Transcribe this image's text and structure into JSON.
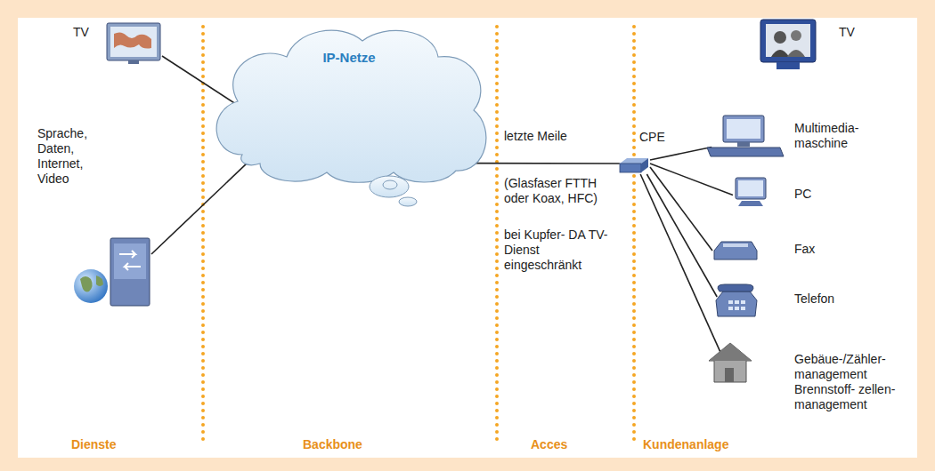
{
  "diagram": {
    "nodes": [
      {
        "text": [
          "TV"
        ]
      },
      {
        "text": [
          "Sprache, Daten, Internet, Video"
        ]
      },
      {
        "text": [
          "IP-Netze"
        ]
      },
      {
        "text": [
          "CPE"
        ]
      },
      {
        "text": [
          "TV"
        ]
      },
      {
        "text": [
          "Multimedia- maschine"
        ]
      },
      {
        "text": [
          "PC"
        ]
      },
      {
        "text": [
          "Fax"
        ]
      },
      {
        "text": [
          "Telefon"
        ]
      },
      {
        "text": [
          "Gebäue-/Zähler- management Brennstoff- zellen- management"
        ]
      }
    ],
    "edges": [
      {
        "from": 0,
        "to": 2,
        "arrow": "none"
      },
      {
        "from": 1,
        "to": 2,
        "arrow": "none"
      },
      {
        "from": 2,
        "to": 3,
        "arrow": "none"
      },
      {
        "from": 3,
        "to": 5,
        "arrow": "none"
      },
      {
        "from": 3,
        "to": 6,
        "arrow": "none"
      },
      {
        "from": 3,
        "to": 7,
        "arrow": "none"
      },
      {
        "from": 3,
        "to": 8,
        "arrow": "none"
      },
      {
        "from": 3,
        "to": 9,
        "arrow": "none"
      }
    ],
    "labels": [
      "letzte Meile",
      "(Glasfaser FTTH oder Koax, HFC)",
      "bei Kupfer- DA TV-Dienst eingeschränkt",
      "Dienste",
      "Backbone",
      "Acces",
      "Kundenanlage"
    ]
  }
}
